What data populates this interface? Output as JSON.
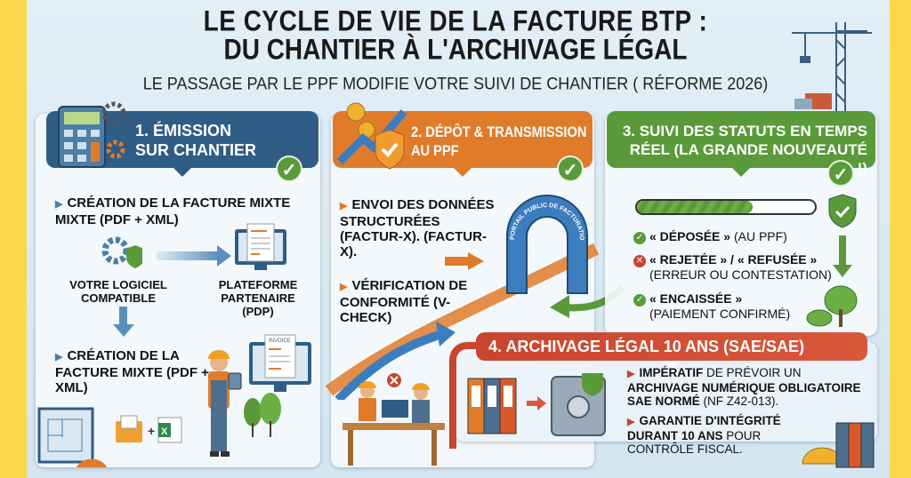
{
  "title": {
    "line1": "LE CYCLE DE VIE DE LA FACTURE BTP :",
    "line2": "DU CHANTIER À L'ARCHIVAGE LÉGAL",
    "subtitle": "LE PASSAGE PAR LE PPF MODIFIE VOTRE SUIVI DE CHANTIER ( RÉFORME 2026)"
  },
  "colors": {
    "step1": "#2f5d85",
    "step2": "#e07b2a",
    "step3": "#5a9a3a",
    "step4": "#c8452e",
    "frame": "#fcd94a"
  },
  "step1": {
    "title_l1": "1. ÉMISSION",
    "title_l2": "SUR CHANTIER",
    "bullet1": "CRÉATION DE LA FACTURE MIXTE MIXTE (PDF + XML)",
    "software": "VOTRE LOGICIEL COMPATIBLE",
    "platform": "PLATEFORME PARTENAIRE (PDP)",
    "bullet2": "CRÉATION DE LA FACTURE MIXTE (PDF + XML)",
    "invoice_label": "INVOICE",
    "excel_label": "X",
    "plus": "+"
  },
  "step2": {
    "title_l1": "2. DÉPÔT & TRANSMISSION",
    "title_l2": "AU PPF",
    "bullet1": "ENVOI DES DONNÉES STRUCTURÉES (FACTUR-X). (FACTUR-X).",
    "bullet2": "VÉRIFICATION DE CONFORMITÉ (V-CHECK)",
    "portal": "PORTAIL PUBLIC DE FACTURATION (PPF)"
  },
  "step3": {
    "title_l1": "3. SUIVI DES STATUTS EN TEMPS",
    "title_l2": "RÉEL (LA GRANDE NOUVEAUTÉ !)",
    "progress": 0.65,
    "statuses": [
      {
        "label": "« DÉPOSÉE »",
        "detail": "(AU PPF)",
        "state": "ok"
      },
      {
        "label": "« REJETÉE » / « REFUSÉE »",
        "detail": "(ERREUR OU CONTESTATION)",
        "state": "error"
      },
      {
        "label": "« ENCAISSÉE »",
        "detail": "(PAIEMENT CONFIRMÉ)",
        "state": "ok"
      }
    ]
  },
  "step4": {
    "title": "4. ARCHIVAGE LÉGAL 10 ANS (SAE/SAE)",
    "b1_bold1": "IMPÉRATIF",
    "b1_text1": " DE PRÉVOIR UN ",
    "b1_bold2": "ARCHIVAGE NUMÉRIQUE OBLIGATOIRE SAE NORMÉ",
    "b1_text2": " (NF Z42-013).",
    "b2_bold": "GARANTIE D'INTÉGRITÉ DURANT 10 ANS",
    "b2_text": " POUR CONTRÔLE FISCAL."
  }
}
